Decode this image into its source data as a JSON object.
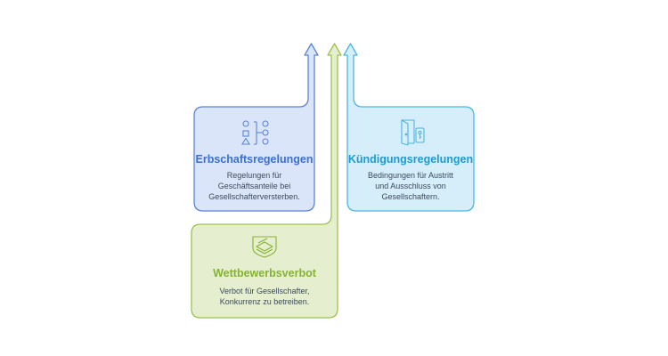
{
  "colors": {
    "blue_stroke": "#5b84d6",
    "blue_fill": "#dbe5f9",
    "blue_text": "#3b6fd0",
    "cyan_stroke": "#4cb7e3",
    "cyan_fill": "#d5eef9",
    "cyan_text": "#1c9bd4",
    "green_stroke": "#9cc24c",
    "green_fill": "#e5efcf",
    "green_text": "#86b232"
  },
  "cards": {
    "erbschaft": {
      "title": "Erbschaftsregelungen",
      "desc_line1": "Regelungen für",
      "desc_line2": "Geschäftsanteile bei",
      "desc_line3": "Gesellschafterversterben.",
      "icon": "shapes-sorting-icon"
    },
    "kuendigung": {
      "title": "Kündigungsregelungen",
      "desc_line1": "Bedingungen für Austritt",
      "desc_line2": "und Ausschluss von",
      "desc_line3": "Gesellschaftern.",
      "icon": "exit-door-key-icon"
    },
    "wettbewerb": {
      "title": "Wettbewerbsverbot",
      "desc_line1": "Verbot für Gesellschafter,",
      "desc_line2": "Konkurrenz zu betreiben.",
      "icon": "shield-stack-icon"
    }
  }
}
